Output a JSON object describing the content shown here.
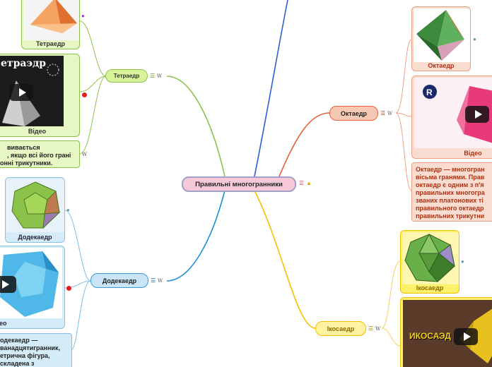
{
  "central": {
    "label": "Правильні многогранники"
  },
  "branches": {
    "tetra": {
      "label": "Тетраедр",
      "image_caption": "Тетраедр",
      "video_caption": "Відео",
      "video_title": "етраэдр",
      "note_lines": [
        "вивається",
        ", якщо всі його грані",
        "онні трикутники."
      ]
    },
    "dodeca": {
      "label": "Додекаедр",
      "image_caption": "Додекаедр",
      "video_caption": "ео",
      "note_lines": [
        "одекаедр —",
        "ванадцятигранник,",
        "етрична фігура,",
        "складена з"
      ]
    },
    "octa": {
      "label": "Октаедр",
      "image_caption": "Октаедр",
      "video_caption": "Відео",
      "note_lines": [
        "Октаедр — многогран",
        "вісьма гранями. Прав",
        "октаедр є одним з п'я",
        "правильних многогра",
        "званих платонових ті",
        "правильного октаедр",
        "правильних трикутни"
      ]
    },
    "icosa": {
      "label": "Ікосаедр",
      "image_caption": "Ікосаедр",
      "video_title": "ИКОСАЭД"
    }
  },
  "icons": {
    "notes": "notes-icon",
    "wiki": "wikipedia-w-icon",
    "globe": "globe-link-icon",
    "youtube": "youtube-icon"
  },
  "colors": {
    "tetra": "#8bc34a",
    "dodeca": "#3a9ad9",
    "octa": "#e8603c",
    "icosa": "#f2c200",
    "central_border": "#a0a0c8",
    "central_fill": "#f7c9d8"
  }
}
